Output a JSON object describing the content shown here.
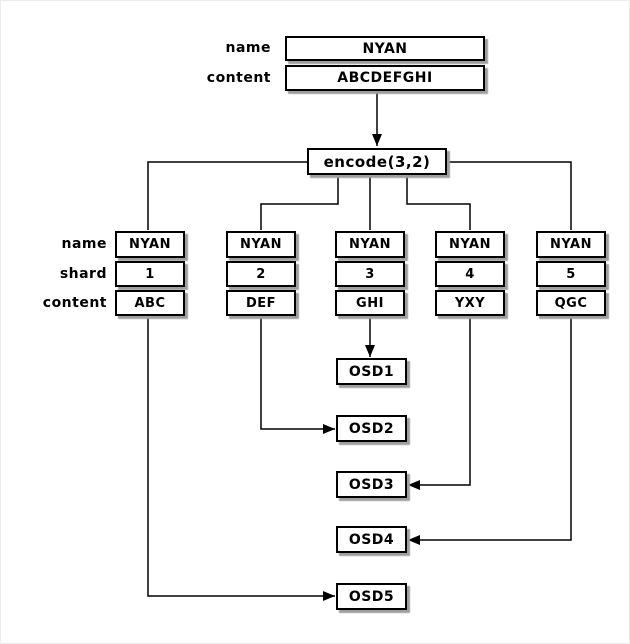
{
  "object": {
    "name_label": "name",
    "content_label": "content",
    "name": "NYAN",
    "content": "ABCDEFGHI"
  },
  "encode": {
    "label": "encode(3,2)"
  },
  "shard_row_labels": {
    "name": "name",
    "shard": "shard",
    "content": "content"
  },
  "shards": [
    {
      "name": "NYAN",
      "shard": "1",
      "content": "ABC",
      "stored_on": "OSD5"
    },
    {
      "name": "NYAN",
      "shard": "2",
      "content": "DEF",
      "stored_on": "OSD2"
    },
    {
      "name": "NYAN",
      "shard": "3",
      "content": "GHI",
      "stored_on": "OSD1"
    },
    {
      "name": "NYAN",
      "shard": "4",
      "content": "YXY",
      "stored_on": "OSD3"
    },
    {
      "name": "NYAN",
      "shard": "5",
      "content": "QGC",
      "stored_on": "OSD4"
    }
  ],
  "osds": [
    "OSD1",
    "OSD2",
    "OSD3",
    "OSD4",
    "OSD5"
  ],
  "colors": {
    "line": "#000000",
    "box_fill": "#ffffff",
    "box_border": "#000000",
    "shadow": "#9e9e9e",
    "background": "#ffffff"
  }
}
